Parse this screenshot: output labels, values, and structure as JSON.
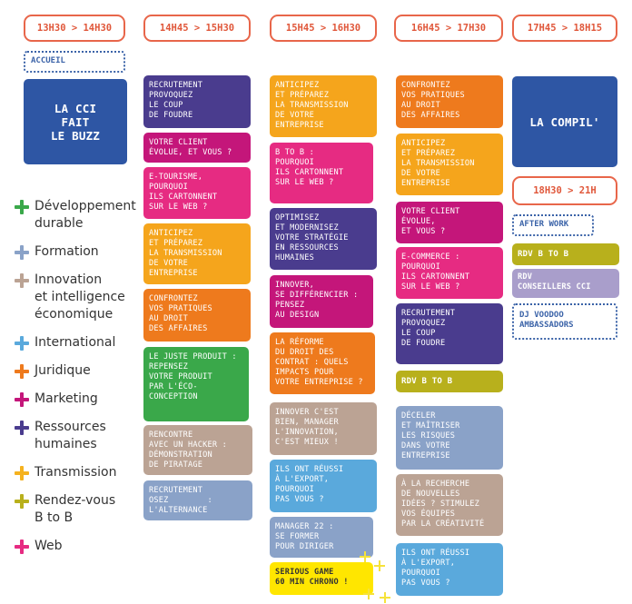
{
  "slots": [
    "13H30 > 14H30",
    "14H45 > 15H30",
    "15H45 > 16H30",
    "16H45 > 17H30",
    "17H45 > 18H15",
    "18H30 > 21H"
  ],
  "col1": {
    "accueil": "ACCUEIL",
    "cci": "LA CCI\nFAIT\nLE BUZZ"
  },
  "col2": [
    "RECRUTEMENT\nPROVOQUEZ\nLE COUP\nDE FOUDRE",
    "VOTRE CLIENT\nÉVOLUE, ET VOUS ?",
    "E-TOURISME,\nPOURQUOI\nILS CARTONNENT\nSUR LE WEB ?",
    "ANTICIPEZ\nET PRÉPAREZ\nLA TRANSMISSION\nDE VOTRE\nENTREPRISE",
    "CONFRONTEZ\nVOS PRATIQUES\nAU DROIT\nDES AFFAIRES",
    "LE JUSTE PRODUIT :\nREPENSEZ\nVOTRE PRODUIT\nPAR L'ÉCO-\nCONCEPTION",
    "RENCONTRE\nAVEC UN HACKER :\nDÉMONSTRATION\nDE PIRATAGE",
    "RECRUTEMENT\nOSEZ        :\nL'ALTERNANCE"
  ],
  "col3": [
    "ANTICIPEZ\nET PRÉPAREZ\nLA TRANSMISSION\nDE VOTRE\nENTREPRISE",
    "B TO B :\nPOURQUOI\nILS CARTONNENT\nSUR LE WEB ?",
    "OPTIMISEZ\nET MODERNISEZ\nVOTRE STRATÉGIE\nEN RESSOURCES\nHUMAINES",
    "INNOVER,\nSE DIFFÉRENCIER :\nPENSEZ\nAU DESIGN",
    "LA RÉFORME\nDU DROIT DES\nCONTRAT : QUELS\nIMPACTS POUR\nVOTRE ENTREPRISE ?",
    "INNOVER C'EST\nBIEN, MANAGER\nL'INNOVATION,\nC'EST MIEUX !",
    "ILS ONT RÉUSSI\nÀ L'EXPORT,\nPOURQUOI\nPAS VOUS ?",
    "MANAGER 22 :\nSE FORMER\nPOUR DIRIGER",
    "SERIOUS GAME\n60 MIN CHRONO !"
  ],
  "col4": [
    "CONFRONTEZ\nVOS PRATIQUES\nAU DROIT\nDES AFFAIRES",
    "ANTICIPEZ\nET PRÉPAREZ\nLA TRANSMISSION\nDE VOTRE\nENTREPRISE",
    "VOTRE CLIENT\nÉVOLUE,\nET VOUS ?",
    "E-COMMERCE :\nPOURQUOI\nILS CARTONNENT\nSUR LE WEB ?",
    "RECRUTEMENT\nPROVOQUEZ\nLE COUP\nDE FOUDRE",
    "RDV B TO B",
    "DÉCELER\nET MAÎTRISER\nLES RISQUES\nDANS VOTRE\nENTREPRISE",
    "À LA RECHERCHE\nDE NOUVELLES\nIDÉES ? STIMULEZ\nVOS ÉQUIPES\nPAR LA CRÉATIVITÉ",
    "ILS ONT RÉUSSI\nÀ L'EXPORT,\nPOURQUOI\nPAS VOUS ?"
  ],
  "col5": {
    "compil": "LA COMPIL'",
    "after_work": "AFTER WORK",
    "rdv_btob": "RDV B TO B",
    "rdv_conseillers": "RDV\nCONSEILLERS CCI",
    "dj": "DJ VOODOO\nAMBASSADORS"
  },
  "legend": [
    {
      "label": "Développement\ndurable",
      "color": "#3aa84a"
    },
    {
      "label": "Formation",
      "color": "#8aa2c8"
    },
    {
      "label": "Innovation\net intelligence\néconomique",
      "color": "#bba394"
    },
    {
      "label": "International",
      "color": "#5aa9dc"
    },
    {
      "label": "Juridique",
      "color": "#ee7a1d"
    },
    {
      "label": "Marketing",
      "color": "#c4167a"
    },
    {
      "label": "Ressources\nhumaines",
      "color": "#4a3c8e"
    },
    {
      "label": "Transmission",
      "color": "#f5b21f"
    },
    {
      "label": "Rendez-vous\nB to B",
      "color": "#b8b01c"
    },
    {
      "label": "Web",
      "color": "#e62b82"
    }
  ],
  "colors": {
    "slot_border": "#e8664a",
    "blue_primary": "#2e56a4",
    "purple": "#4a3c8e",
    "magenta": "#c4167a",
    "pink": "#e62b82",
    "yellow_orange": "#f5a51c",
    "orange": "#ee7a1d",
    "green": "#3aa84a",
    "taupe": "#bba394",
    "greyblue": "#8aa2c8",
    "lightblue": "#5aa9dc",
    "olive": "#b8b01c",
    "lavender": "#a99ecb",
    "bright_yellow": "#ffe600"
  }
}
